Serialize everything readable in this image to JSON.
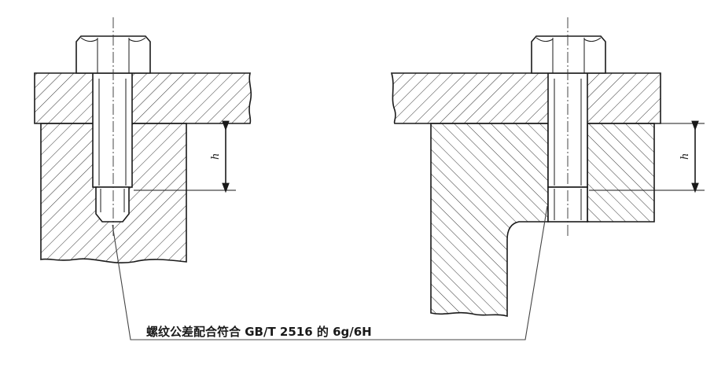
{
  "note": {
    "text": "螺纹公差配合符合 GB/T 2516 的 6g/6H"
  },
  "dimensions": {
    "left_h": "h",
    "right_h": "h"
  },
  "colors": {
    "line": "#1a1a1a",
    "background": "#ffffff"
  }
}
